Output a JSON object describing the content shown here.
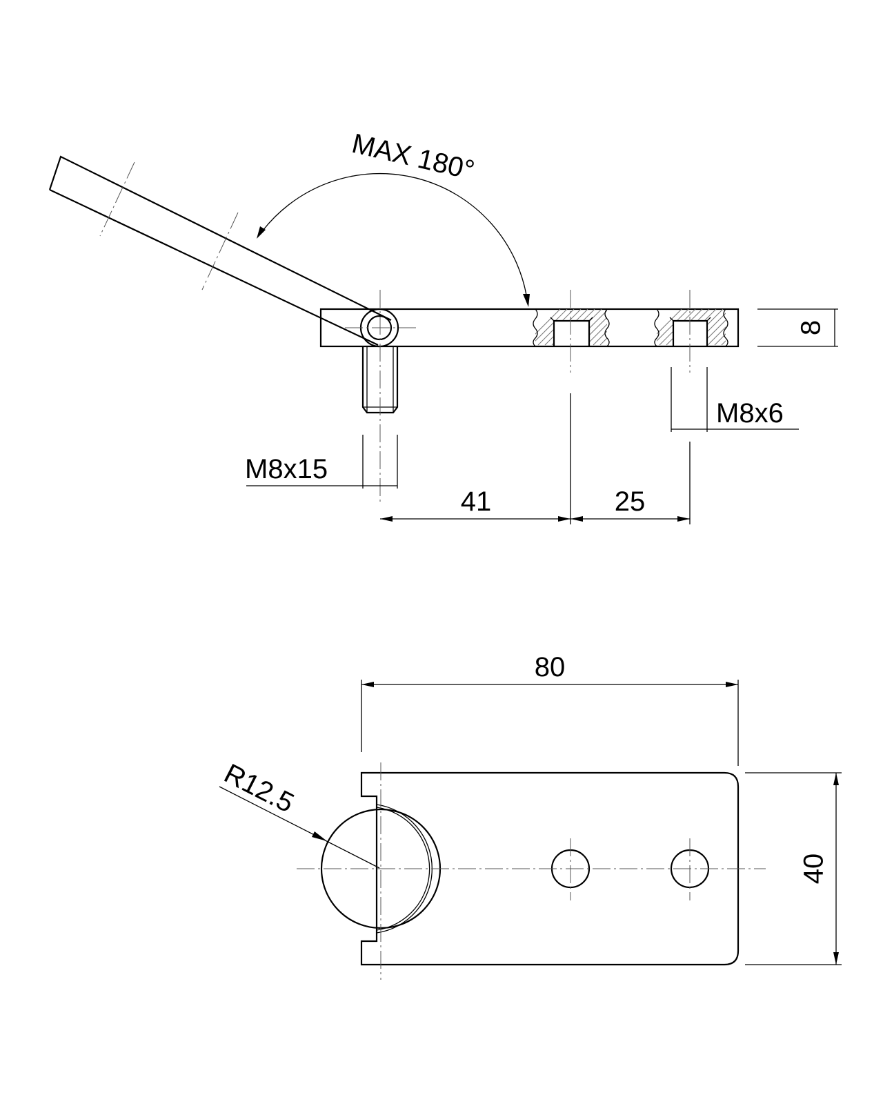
{
  "labels": {
    "angle": "MAX 180°",
    "thickness": "8",
    "thread_side_hole": "M8x6",
    "thread_stud": "M8x15",
    "dim_pivot_to_hole1": "41",
    "dim_hole1_to_hole2": "25",
    "overall_length": "80",
    "width": "40",
    "radius": "R12.5"
  }
}
